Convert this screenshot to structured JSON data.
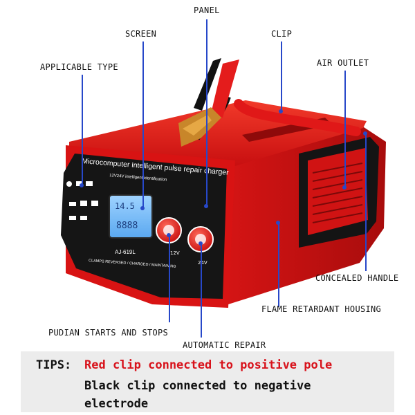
{
  "labels": {
    "panel": "PANEL",
    "screen": "SCREEN",
    "clip": "CLIP",
    "applicable_type": "APPLICABLE TYPE",
    "air_outlet": "AIR OUTLET",
    "concealed_handle": "CONCEALED HANDLE",
    "flame_retardant_housing": "FLAME RETARDANT HOUSING",
    "pudian_starts_and_stops": "PUDIAN STARTS AND STOPS",
    "automatic_repair": "AUTOMATIC REPAIR"
  },
  "device": {
    "title": "Microcomputer intelligent pulse repair charger",
    "subtitle": "12V24V intelligent identification",
    "model": "AJ-619L",
    "footer": "CLAMPS REVERSED / CHARGED / MAINTAINING",
    "lcd_top": "14.5",
    "lcd_bottom": "8888",
    "knob_12v_label": "12V",
    "knob_24v_label": "24V"
  },
  "tips": {
    "prefix": "TIPS:",
    "line1": "Red clip connected to positive pole",
    "line2": "Black clip connected to negative",
    "line3": "electrode"
  },
  "colors": {
    "housing_red": "#e01616",
    "panel_black": "#151515",
    "leader_blue": "#2748c9",
    "tip_red": "#d8121b"
  }
}
